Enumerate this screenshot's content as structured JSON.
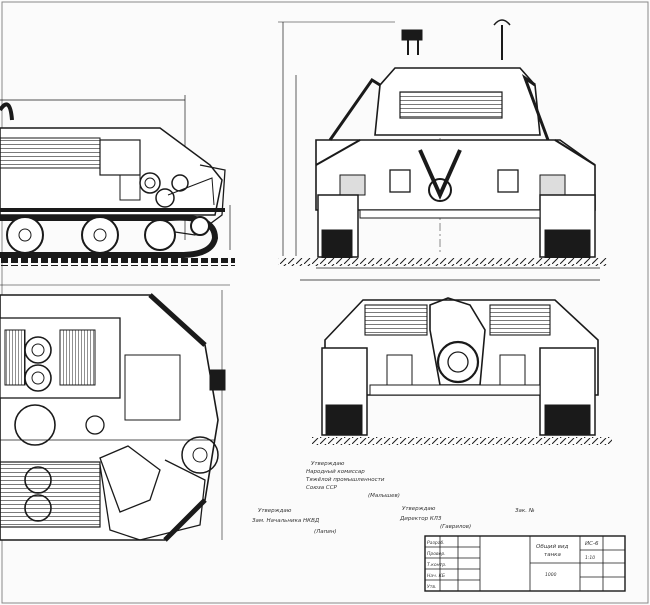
{
  "drawing": {
    "annotations": {
      "approval_block": {
        "line1": "Утверждаю",
        "line2": "Народный комиссар",
        "line3": "Тяжёлой промышленности",
        "line4": "Союза ССР",
        "sign": "(Малышев)"
      },
      "agreement_left": {
        "line1": "Утверждаю",
        "line2": "Зам. Начальника НКВД",
        "sign": "(Лапин)"
      },
      "agreement_right": {
        "line1": "Утверждаю",
        "line2": "Директор КЛЗ",
        "sign": "(Гаврилов)"
      },
      "sheet_note": "Зак. №"
    },
    "title_block": {
      "name_line1": "Общий вид",
      "name_line2": "танка",
      "code": "ИС-6",
      "scale": "1:10",
      "sheet": "1000",
      "rows": [
        "Разраб.",
        "Провер.",
        "Т.контр.",
        "Нач. КБ",
        "Утв."
      ]
    }
  },
  "colors": {
    "ink": "#1a1a1a",
    "paper": "#fbfbfb"
  }
}
